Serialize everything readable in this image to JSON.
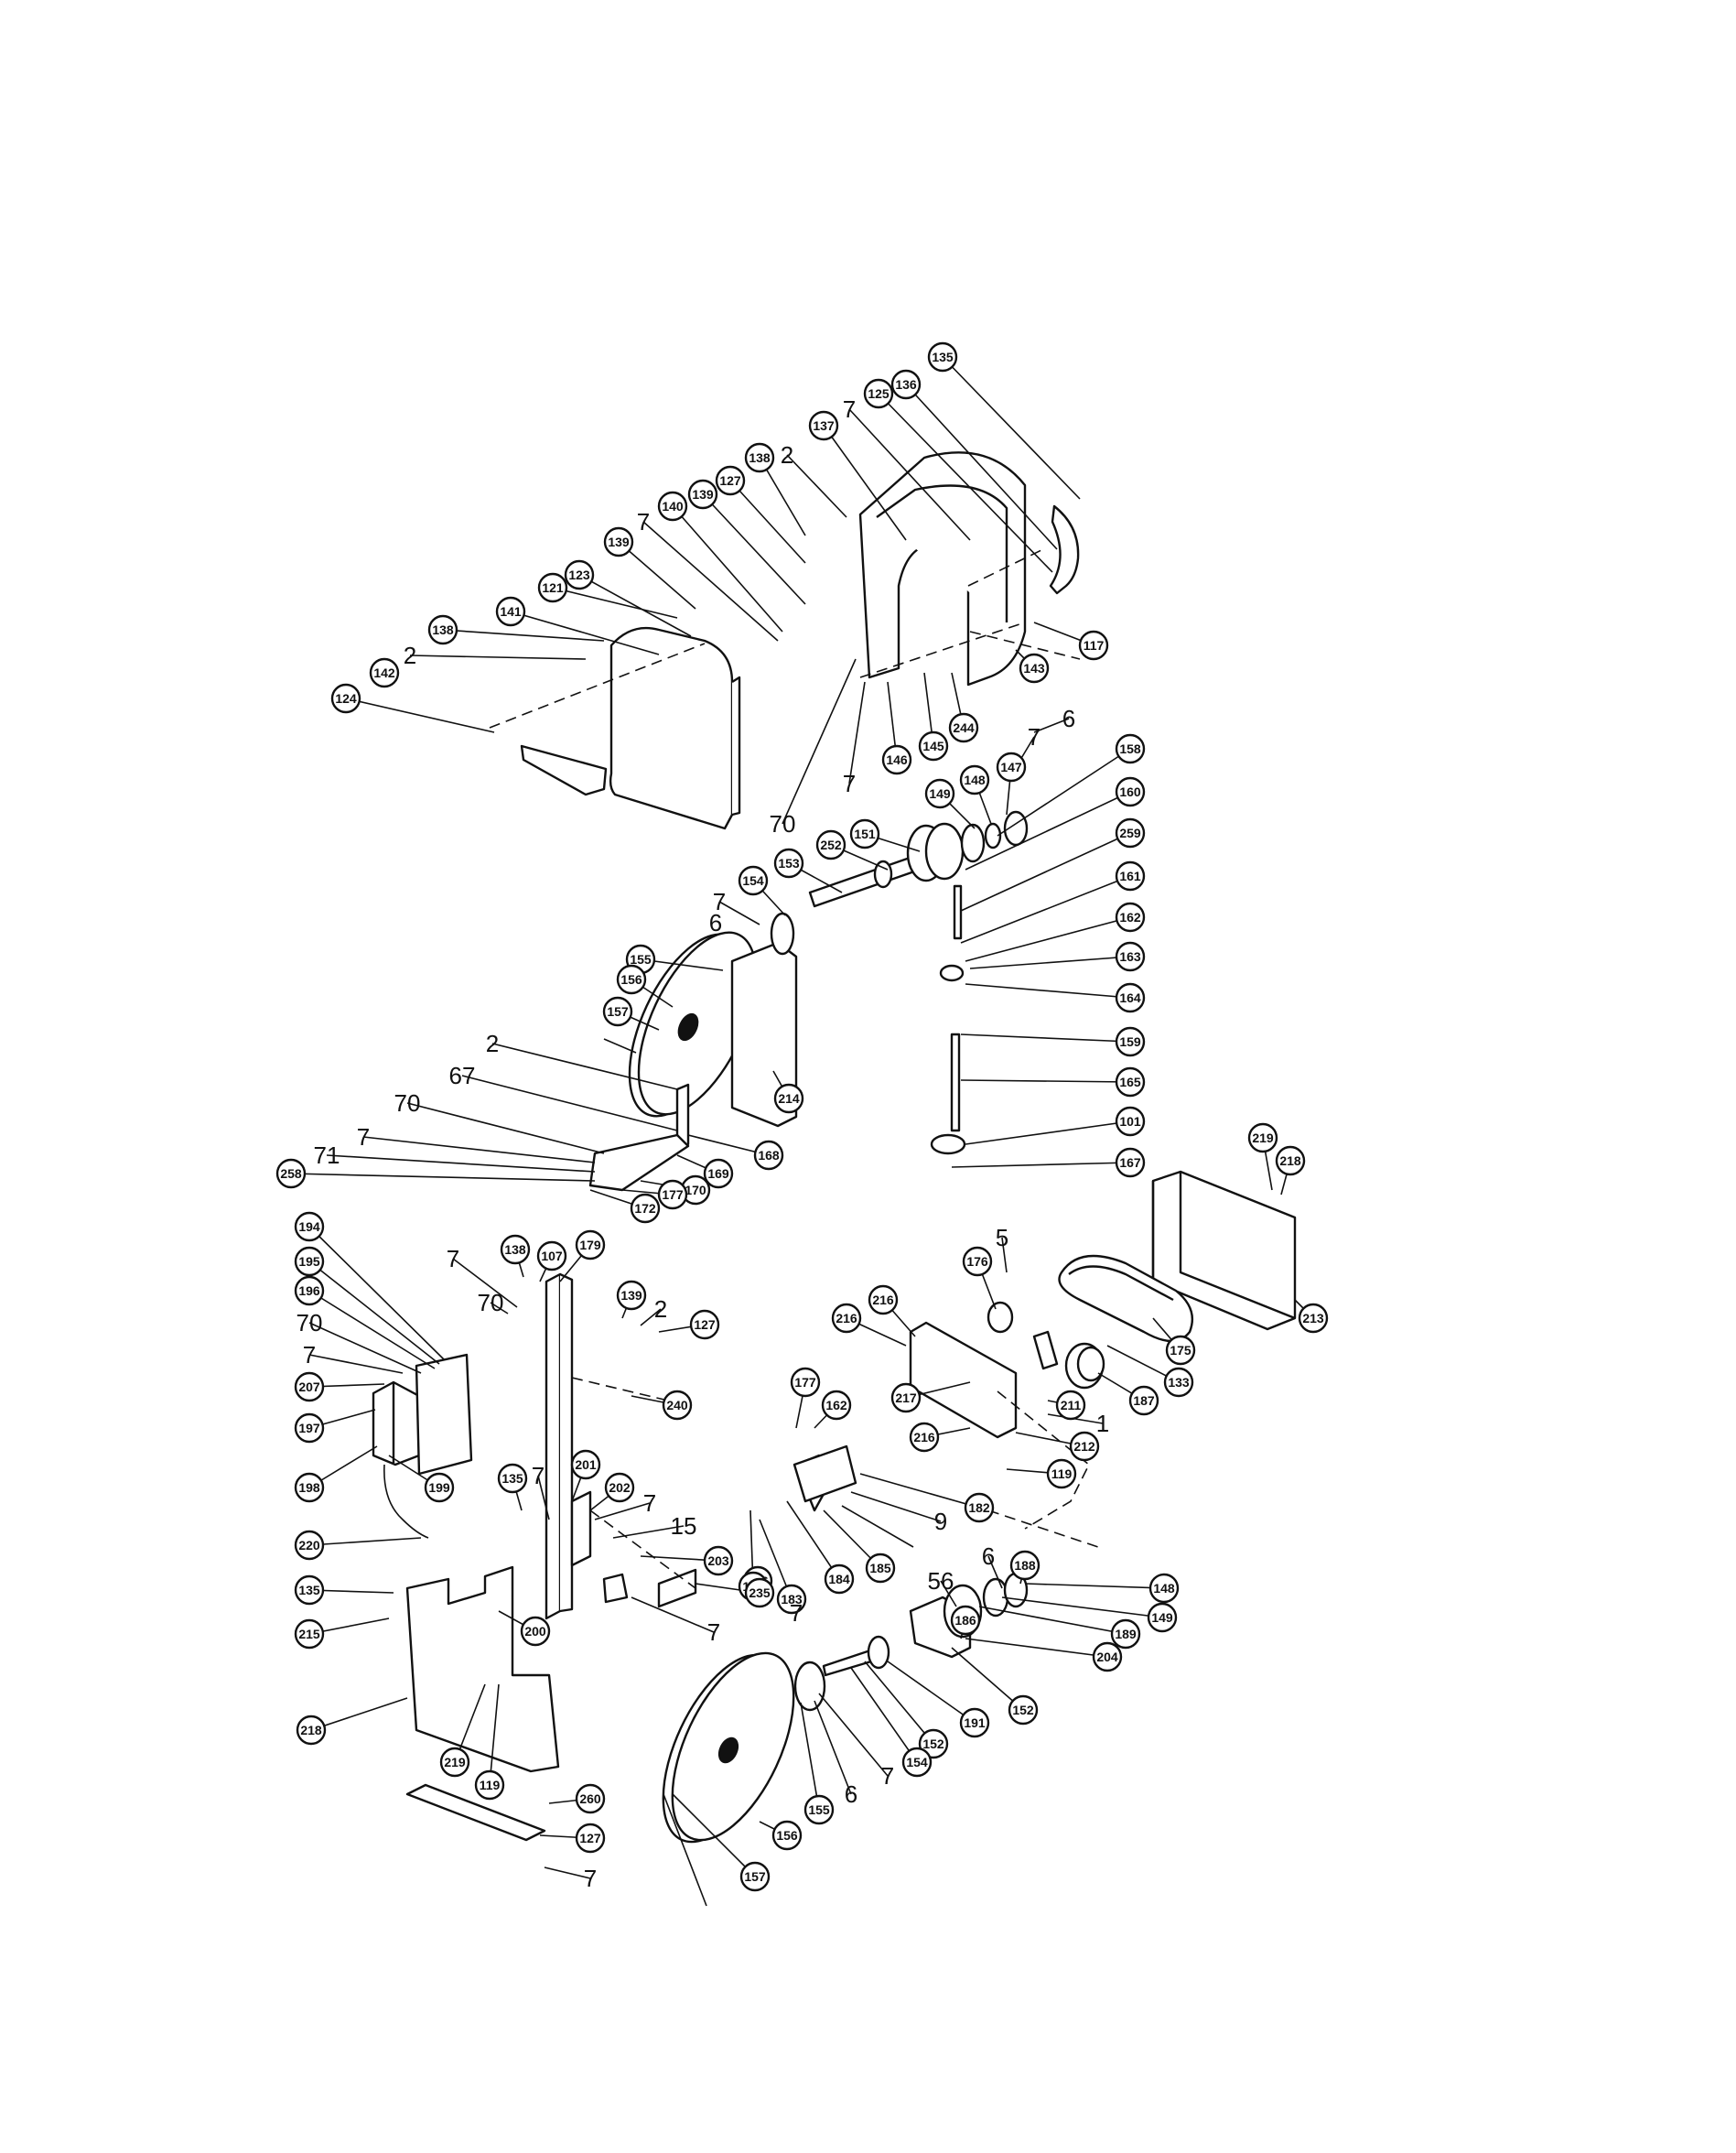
{
  "callouts": [
    {
      "label": "135"
    },
    {
      "label": "136"
    },
    {
      "label": "125"
    },
    {
      "label": "7"
    },
    {
      "label": "137"
    },
    {
      "label": "2"
    },
    {
      "label": "138"
    },
    {
      "label": "127"
    },
    {
      "label": "139"
    },
    {
      "label": "140"
    },
    {
      "label": "7"
    },
    {
      "label": "139"
    },
    {
      "label": "123"
    },
    {
      "label": "121"
    },
    {
      "label": "141"
    },
    {
      "label": "138"
    },
    {
      "label": "2"
    },
    {
      "label": "142"
    },
    {
      "label": "124"
    },
    {
      "label": "117"
    },
    {
      "label": "143"
    },
    {
      "label": "6"
    },
    {
      "label": "7"
    },
    {
      "label": "244"
    },
    {
      "label": "145"
    },
    {
      "label": "146"
    },
    {
      "label": "7"
    },
    {
      "label": "70"
    },
    {
      "label": "147"
    },
    {
      "label": "148"
    },
    {
      "label": "149"
    },
    {
      "label": "158"
    },
    {
      "label": "160"
    },
    {
      "label": "259"
    },
    {
      "label": "161"
    },
    {
      "label": "162"
    },
    {
      "label": "163"
    },
    {
      "label": "164"
    },
    {
      "label": "159"
    },
    {
      "label": "165"
    },
    {
      "label": "101"
    },
    {
      "label": "167"
    },
    {
      "label": "151"
    },
    {
      "label": "252"
    },
    {
      "label": "153"
    },
    {
      "label": "154"
    },
    {
      "label": "7"
    },
    {
      "label": "6"
    },
    {
      "label": "155"
    },
    {
      "label": "156"
    },
    {
      "label": "157"
    },
    {
      "label": "214"
    },
    {
      "label": "2"
    },
    {
      "label": "67"
    },
    {
      "label": "70"
    },
    {
      "label": "7"
    },
    {
      "label": "71"
    },
    {
      "label": "258"
    },
    {
      "label": "168"
    },
    {
      "label": "169"
    },
    {
      "label": "170"
    },
    {
      "label": "177"
    },
    {
      "label": "172"
    },
    {
      "label": "219"
    },
    {
      "label": "218"
    },
    {
      "label": "213"
    },
    {
      "label": "194"
    },
    {
      "label": "195"
    },
    {
      "label": "196"
    },
    {
      "label": "70"
    },
    {
      "label": "7"
    },
    {
      "label": "207"
    },
    {
      "label": "197"
    },
    {
      "label": "198"
    },
    {
      "label": "199"
    },
    {
      "label": "220"
    },
    {
      "label": "138"
    },
    {
      "label": "107"
    },
    {
      "label": "7"
    },
    {
      "label": "70"
    },
    {
      "label": "179"
    },
    {
      "label": "139"
    },
    {
      "label": "2"
    },
    {
      "label": "127"
    },
    {
      "label": "240"
    },
    {
      "label": "5"
    },
    {
      "label": "176"
    },
    {
      "label": "216"
    },
    {
      "label": "216"
    },
    {
      "label": "175"
    },
    {
      "label": "133"
    },
    {
      "label": "187"
    },
    {
      "label": "211"
    },
    {
      "label": "1"
    },
    {
      "label": "217"
    },
    {
      "label": "216"
    },
    {
      "label": "212"
    },
    {
      "label": "119"
    },
    {
      "label": "177"
    },
    {
      "label": "162"
    },
    {
      "label": "182"
    },
    {
      "label": "9"
    },
    {
      "label": "135"
    },
    {
      "label": "7"
    },
    {
      "label": "201"
    },
    {
      "label": "202"
    },
    {
      "label": "7"
    },
    {
      "label": "15"
    },
    {
      "label": "203"
    },
    {
      "label": "186"
    },
    {
      "label": "185"
    },
    {
      "label": "184"
    },
    {
      "label": "183"
    },
    {
      "label": "182"
    },
    {
      "label": "7"
    },
    {
      "label": "235"
    },
    {
      "label": "7"
    },
    {
      "label": "135"
    },
    {
      "label": "215"
    },
    {
      "label": "200"
    },
    {
      "label": "218"
    },
    {
      "label": "219"
    },
    {
      "label": "119"
    },
    {
      "label": "260"
    },
    {
      "label": "127"
    },
    {
      "label": "7"
    },
    {
      "label": "6"
    },
    {
      "label": "188"
    },
    {
      "label": "148"
    },
    {
      "label": "149"
    },
    {
      "label": "189"
    },
    {
      "label": "204"
    },
    {
      "label": "56"
    },
    {
      "label": "186"
    },
    {
      "label": "152"
    },
    {
      "label": "191"
    },
    {
      "label": "152"
    },
    {
      "label": "154"
    },
    {
      "label": "7"
    },
    {
      "label": "6"
    },
    {
      "label": "155"
    },
    {
      "label": "156"
    },
    {
      "label": "157"
    }
  ]
}
